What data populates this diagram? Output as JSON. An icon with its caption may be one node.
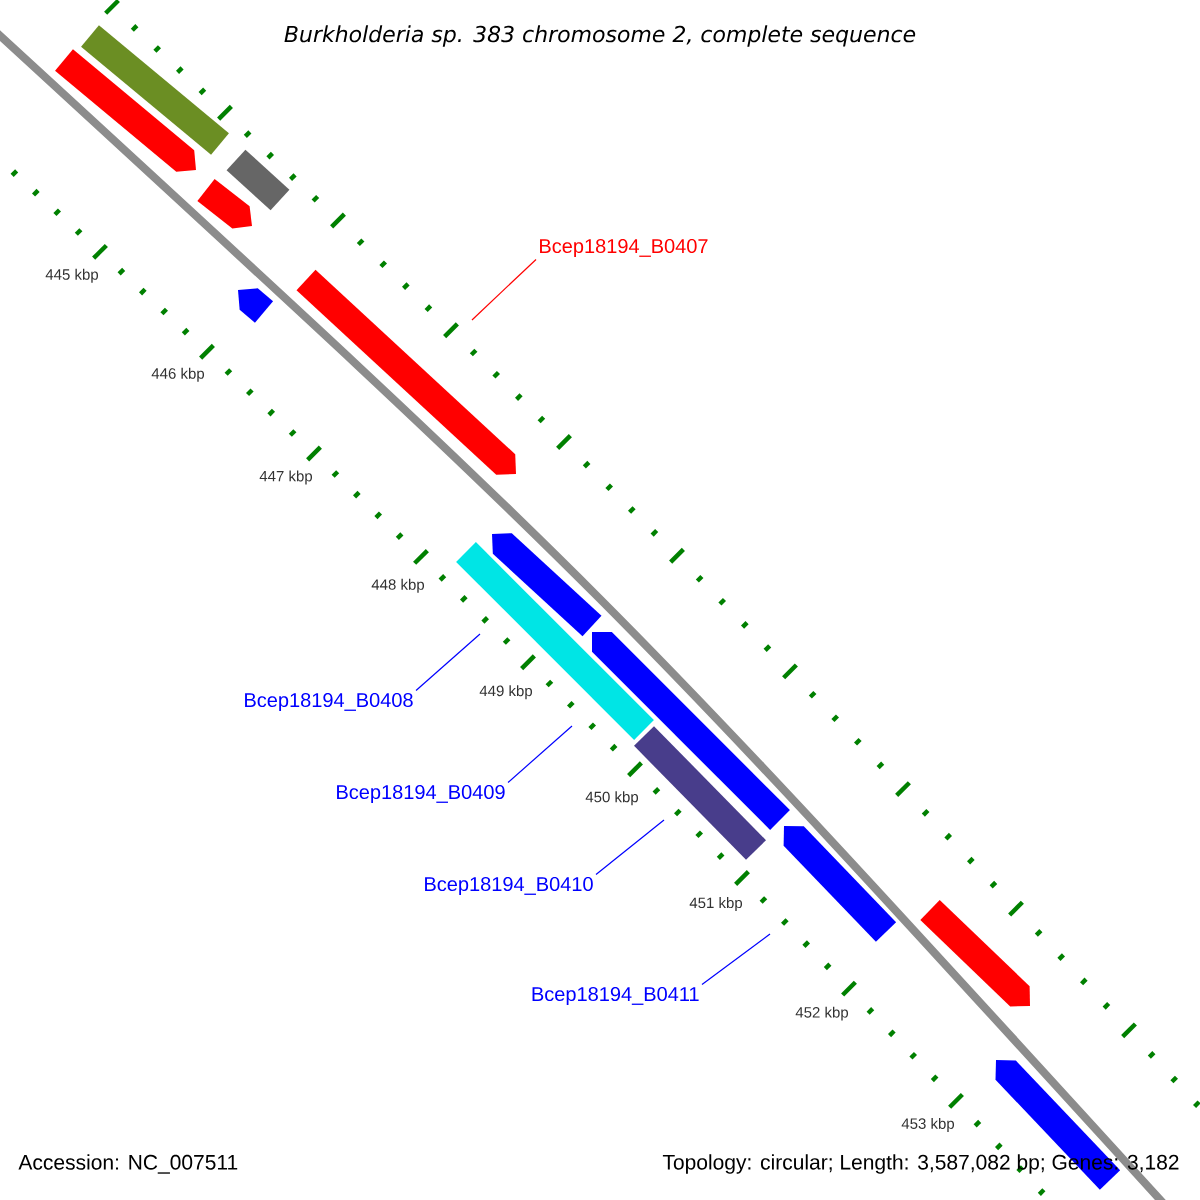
{
  "diagram": {
    "title": "Burkholderia sp. 383 chromosome 2, complete sequence",
    "nodes": [
      {
        "text": [
          "Bcep18194_B0407"
        ]
      },
      {
        "text": [
          "Bcep18194_B0408"
        ]
      },
      {
        "text": [
          "Bcep18194_B0409"
        ]
      },
      {
        "text": [
          "Bcep18194_B0410"
        ]
      },
      {
        "text": [
          "Bcep18194_B0411"
        ]
      }
    ],
    "edges": [
      {
        "from": 0,
        "to": null,
        "arrow": "none",
        "color": "#ff0000"
      },
      {
        "from": 1,
        "to": null,
        "arrow": "none"
      },
      {
        "from": 2,
        "to": null,
        "arrow": "none"
      },
      {
        "from": 3,
        "to": null,
        "arrow": "none"
      },
      {
        "from": 4,
        "to": null,
        "arrow": "none"
      }
    ],
    "labels": [
      "445 kbp",
      "446 kbp",
      "447 kbp",
      "448 kbp",
      "449 kbp",
      "450 kbp",
      "451 kbp",
      "452 kbp",
      "453 kbp",
      "Accession: NC_007511",
      "Topology: circular; Length: 3,587,082 bp; Genes: 3,182"
    ]
  }
}
